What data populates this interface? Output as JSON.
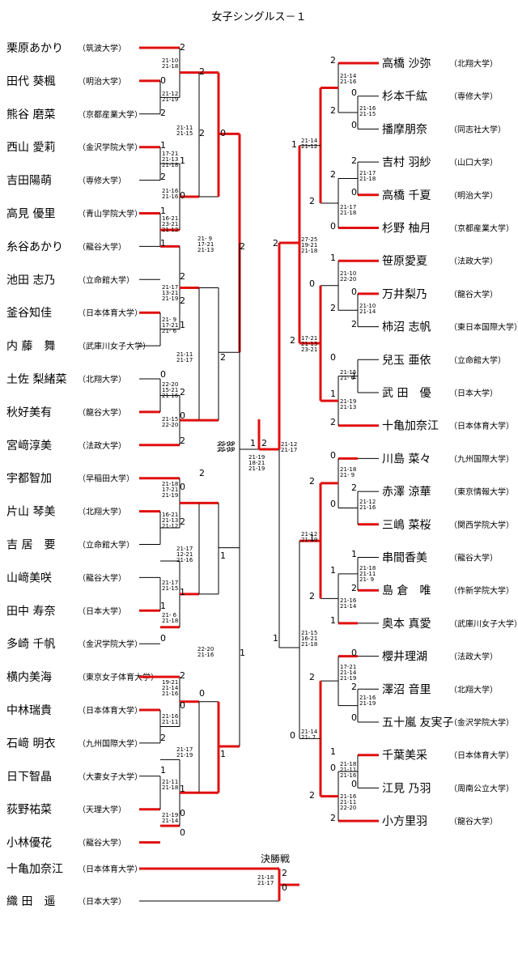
{
  "title": "女子シングルス－１",
  "final_label": "決勝戦",
  "colors": {
    "winner_line": "#e01010",
    "line": "#000000"
  },
  "left_players": [
    {
      "name": "栗原あかり",
      "school": "（筑波大学）"
    },
    {
      "name": "田代 葵楓",
      "school": "（明治大学）"
    },
    {
      "name": "熊谷 磨菜",
      "school": "（京都産業大学）"
    },
    {
      "name": "西山 愛莉",
      "school": "（金沢学院大学）"
    },
    {
      "name": "吉田陽萌",
      "school": "（専修大学）"
    },
    {
      "name": "高見 優里",
      "school": "（青山学院大学）"
    },
    {
      "name": "糸谷あかり",
      "school": "（龍谷大学）"
    },
    {
      "name": "池田 志乃",
      "school": "（立命館大学）"
    },
    {
      "name": "釜谷知佳",
      "school": "（日本体育大学）"
    },
    {
      "name": "内 藤　舞",
      "school": "（武庫川女子大学）"
    },
    {
      "name": "土佐 梨緒菜",
      "school": "（北翔大学）"
    },
    {
      "name": "秋好美有",
      "school": "（龍谷大学）"
    },
    {
      "name": "宮﨑淳美",
      "school": "（法政大学）"
    },
    {
      "name": "宇都智加",
      "school": "（早稲田大学）"
    },
    {
      "name": "片山 琴美",
      "school": "（北翔大学）"
    },
    {
      "name": "吉 居　要",
      "school": "（立命館大学）"
    },
    {
      "name": "山﨑美咲",
      "school": "（龍谷大学）"
    },
    {
      "name": "田中 寿奈",
      "school": "（日本大学）"
    },
    {
      "name": "多崎 千帆",
      "school": "（金沢学院大学）"
    },
    {
      "name": "横内美海",
      "school": "（東京女子体育大学）"
    },
    {
      "name": "中林瑞貴",
      "school": "（日本体育大学）"
    },
    {
      "name": "石﨑 明衣",
      "school": "（九州国際大学）"
    },
    {
      "name": "日下智晶",
      "school": "（大妻女子大学）"
    },
    {
      "name": "荻野祐菜",
      "school": "（天理大学）"
    },
    {
      "name": "小林優花",
      "school": "（龍谷大学）"
    }
  ],
  "right_players": [
    {
      "name": "高橋 沙弥",
      "school": "（北翔大学）"
    },
    {
      "name": "杉本千紘",
      "school": "（専修大学）"
    },
    {
      "name": "播摩朋奈",
      "school": "（同志社大学）"
    },
    {
      "name": "吉村 羽紗",
      "school": "（山口大学）"
    },
    {
      "name": "高橋 千夏",
      "school": "（明治大学）"
    },
    {
      "name": "杉野 柚月",
      "school": "（京都産業大学）"
    },
    {
      "name": "笹原愛夏",
      "school": "（法政大学）"
    },
    {
      "name": "万井梨乃",
      "school": "（龍谷大学）"
    },
    {
      "name": "柿沼 志帆",
      "school": "（東日本国際大学）"
    },
    {
      "name": "兒玉 亜依",
      "school": "（立命館大学）"
    },
    {
      "name": "武 田　優",
      "school": "（日本大学）"
    },
    {
      "name": "十亀加奈江",
      "school": "（日本体育大学）"
    },
    {
      "name": "川島 菜々",
      "school": "（九州国際大学）"
    },
    {
      "name": "赤澤 涼華",
      "school": "（東京情報大学）"
    },
    {
      "name": "三嶋 菜桜",
      "school": "（関西学院大学）"
    },
    {
      "name": "串間香美",
      "school": "（龍谷大学）"
    },
    {
      "name": "島 倉　唯",
      "school": "（作新学院大学）"
    },
    {
      "name": "奥本 真愛",
      "school": "（武庫川女子大学）"
    },
    {
      "name": "櫻井理湖",
      "school": "（法政大学）"
    },
    {
      "name": "澤沼 音里",
      "school": "（北翔大学）"
    },
    {
      "name": "五十嵐 友実子",
      "school": "（金沢学院大学）"
    },
    {
      "name": "千葉美采",
      "school": "（日本体育大学）"
    },
    {
      "name": "江見 乃羽",
      "school": "（周南公立大学）"
    },
    {
      "name": "小方里羽",
      "school": "（龍谷大学）"
    }
  ],
  "final_players": [
    {
      "name": "十亀加奈江",
      "school": "（日本体育大学）"
    },
    {
      "name": "織 田　遥",
      "school": "（日本大学）"
    }
  ],
  "match_scores": [
    {
      "text": "21-10\n21-18"
    },
    {
      "text": "21-12\n21-19"
    },
    {
      "text": "21-11\n21-15"
    },
    {
      "text": "17-21\n21-13\n21-18"
    },
    {
      "text": "21-16\n21-16"
    },
    {
      "text": "16-21\n23-21\n21-12"
    },
    {
      "text": "21- 9\n17-21\n21-13"
    },
    {
      "text": "21-17\n13-21\n21-19"
    },
    {
      "text": "21- 9\n17-21\n21- 6"
    },
    {
      "text": "21-11\n21-17"
    },
    {
      "text": "22-20\n15-21\n21-16"
    },
    {
      "text": "21-15\n22-20"
    },
    {
      "text": "21-19\n21-19"
    },
    {
      "text": "21-18\n17-21\n21-19"
    },
    {
      "text": "16-21\n21-13\n21-12"
    },
    {
      "text": "21-17\n12-21\n21-16"
    },
    {
      "text": "21-17\n21-15"
    },
    {
      "text": "21- 6\n21-18"
    },
    {
      "text": "22-20\n21-16"
    },
    {
      "text": "19-21\n21-14\n21-16"
    },
    {
      "text": "21-16\n21-11"
    },
    {
      "text": "21-17\n21-19"
    },
    {
      "text": "21-11\n21-18"
    },
    {
      "text": "21-19\n21-14"
    },
    {
      "text": "21-19\n18-21\n21-19"
    },
    {
      "text": "21-12\n21-17"
    },
    {
      "text": "21-14\n21-16"
    },
    {
      "text": "21-16\n21-15"
    },
    {
      "text": "21-14\n21-12"
    },
    {
      "text": "21-17\n21-18"
    },
    {
      "text": "21-17\n21-18"
    },
    {
      "text": "27-25\n19-21\n21-18"
    },
    {
      "text": "21-10\n22-20"
    },
    {
      "text": "21-10\n21-14"
    },
    {
      "text": "17-21\n21-13\n23-21"
    },
    {
      "text": "21-15\n21- 6"
    },
    {
      "text": "21-19\n21-13"
    },
    {
      "text": "21-18\n21- 9"
    },
    {
      "text": "21-12\n21-16"
    },
    {
      "text": "21-12\n21-19"
    },
    {
      "text": "21-18\n21-11\n21- 9"
    },
    {
      "text": "21-16\n21-14"
    },
    {
      "text": "21-15\n16-21\n21-18"
    },
    {
      "text": "17-21\n21-14\n21-19"
    },
    {
      "text": "21-16\n21-19"
    },
    {
      "text": "21-14\n21- 7"
    },
    {
      "text": "21-18\n21-11\n21-16"
    },
    {
      "text": "21-16\n21-11\n22-20"
    },
    {
      "text": "21-18\n21-17"
    }
  ],
  "round_scores": {
    "l_r1": [
      "2",
      "0",
      "2",
      "1",
      "2",
      "1",
      "1",
      "2",
      "1",
      "0",
      "2",
      "2",
      "1",
      "0",
      "2",
      "0",
      "2",
      "1",
      "0"
    ],
    "l_r2": [
      "2",
      "1",
      "0",
      "2",
      "2",
      "0",
      "0",
      "2",
      "1",
      "0",
      "1",
      "0",
      "0",
      "2",
      "1",
      "2",
      "0",
      "2"
    ],
    "l_r3": [
      "2",
      "0",
      "2",
      "1",
      "1",
      "0",
      "0",
      "2"
    ],
    "l_r4": [
      "2",
      "1",
      "1",
      "2"
    ],
    "semi": [
      "1",
      "2",
      "2",
      "1"
    ],
    "r_r1": [
      "2",
      "0",
      "0",
      "2",
      "2",
      "0",
      "1",
      "0",
      "2",
      "0",
      "1",
      "2",
      "0",
      "2",
      "1",
      "1",
      "2",
      "0",
      "2",
      "0",
      "1",
      "0",
      "2",
      "1"
    ],
    "r_r2": [
      "2",
      "0",
      "0",
      "2",
      "1",
      "2",
      "0",
      "2",
      "1",
      "2",
      "0",
      "2",
      "2",
      "0",
      "2",
      "1",
      "0",
      "2"
    ],
    "r_r3": [
      "1",
      "2",
      "2",
      "1",
      "0",
      "2",
      "1",
      "2"
    ],
    "r_r4": [
      "2",
      "1",
      "2",
      "0"
    ],
    "final": [
      "2",
      "0"
    ]
  }
}
